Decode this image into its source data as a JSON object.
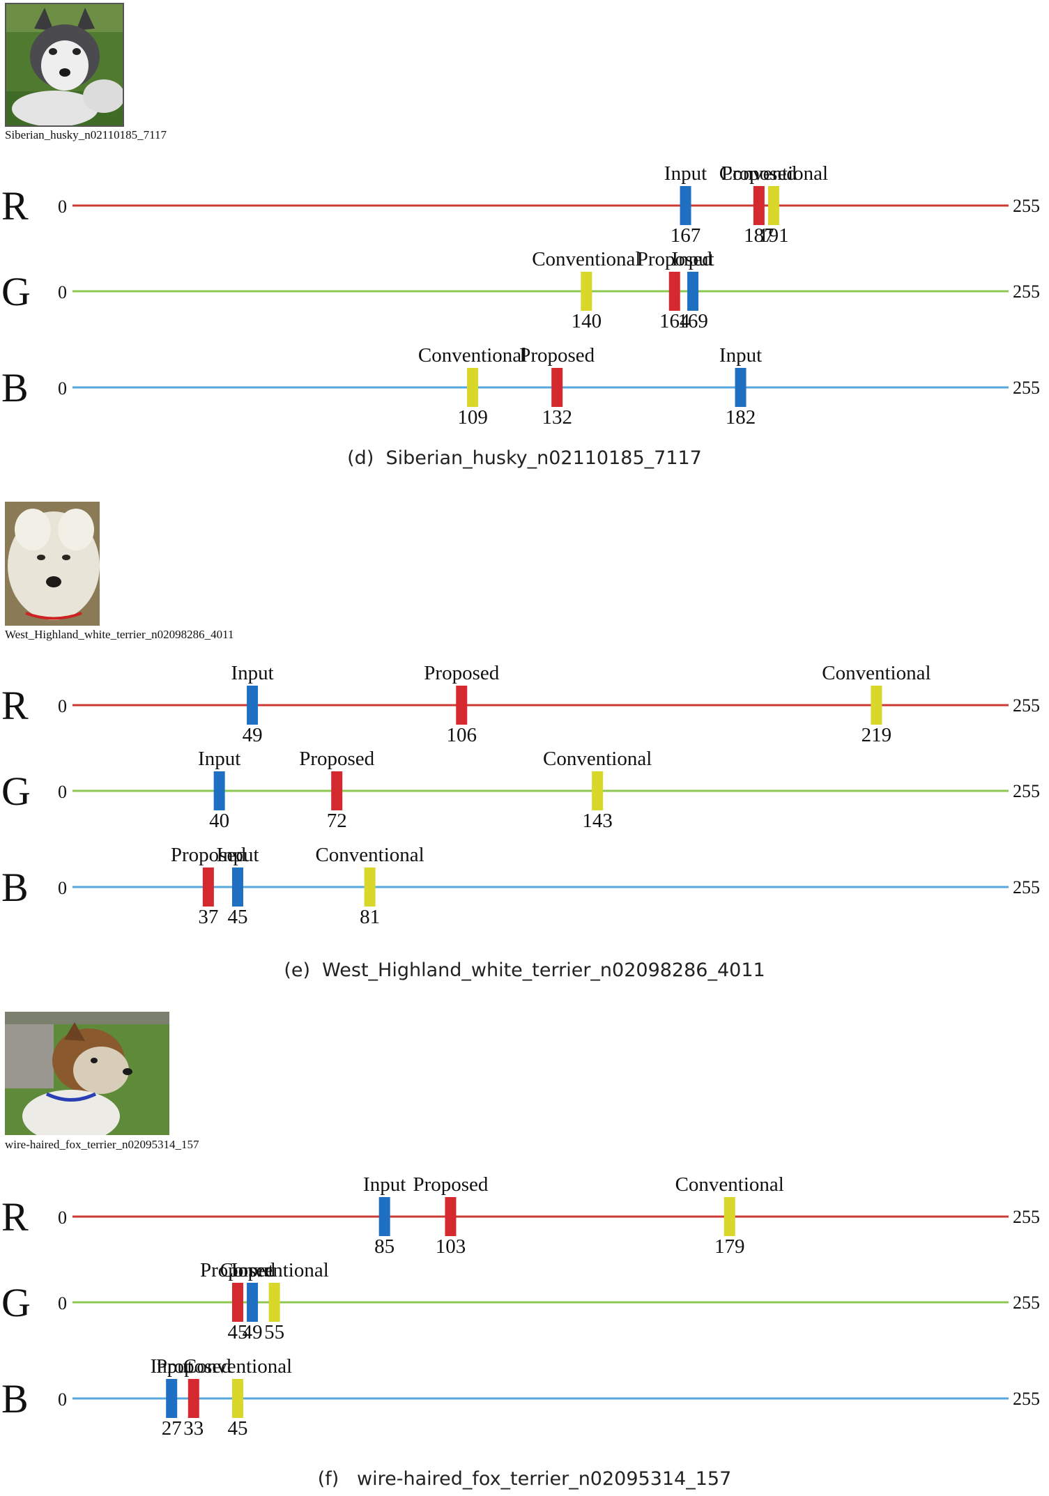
{
  "colors": {
    "input": "#1f6fc2",
    "proposed": "#d42a2f",
    "conventional": "#d9d72a",
    "R": "#cc3a33",
    "G": "#8cc850",
    "B": "#55a7de"
  },
  "chart_data": [
    {
      "type": "dot-strip",
      "panel_label": "(d)",
      "image_name": "Siberian_husky_n02110185_7117",
      "caption": "(d)  Siberian_husky_n02110185_7117",
      "xlim": [
        0,
        255
      ],
      "channels": [
        {
          "name": "R",
          "min_label": "0",
          "max_label": "255",
          "markers": [
            {
              "series": "Input",
              "label": "Input",
              "value": 167
            },
            {
              "series": "Proposed",
              "label": "Proposed",
              "value": 187
            },
            {
              "series": "Conventional",
              "label": "Conventional",
              "value": 191
            }
          ]
        },
        {
          "name": "G",
          "min_label": "0",
          "max_label": "255",
          "markers": [
            {
              "series": "Conventional",
              "label": "Conventional",
              "value": 140
            },
            {
              "series": "Proposed",
              "label": "Proposed",
              "value": 164
            },
            {
              "series": "Input",
              "label": "Input",
              "value": 169
            }
          ]
        },
        {
          "name": "B",
          "min_label": "0",
          "max_label": "255",
          "markers": [
            {
              "series": "Conventional",
              "label": "Conventional",
              "value": 109
            },
            {
              "series": "Proposed",
              "label": "Proposed",
              "value": 132
            },
            {
              "series": "Input",
              "label": "Input",
              "value": 182
            }
          ]
        }
      ]
    },
    {
      "type": "dot-strip",
      "panel_label": "(e)",
      "image_name": "West_Highland_white_terrier_n02098286_4011",
      "caption": "(e)  West_Highland_white_terrier_n02098286_4011",
      "xlim": [
        0,
        255
      ],
      "channels": [
        {
          "name": "R",
          "min_label": "0",
          "max_label": "255",
          "markers": [
            {
              "series": "Input",
              "label": "Input",
              "value": 49
            },
            {
              "series": "Proposed",
              "label": "Proposed",
              "value": 106
            },
            {
              "series": "Conventional",
              "label": "Conventional",
              "value": 219
            }
          ]
        },
        {
          "name": "G",
          "min_label": "0",
          "max_label": "255",
          "markers": [
            {
              "series": "Input",
              "label": "Input",
              "value": 40
            },
            {
              "series": "Proposed",
              "label": "Proposed",
              "value": 72
            },
            {
              "series": "Conventional",
              "label": "Conventional",
              "value": 143
            }
          ]
        },
        {
          "name": "B",
          "min_label": "0",
          "max_label": "255",
          "markers": [
            {
              "series": "Proposed",
              "label": "Proposed",
              "value": 37
            },
            {
              "series": "Input",
              "label": "Input",
              "value": 45
            },
            {
              "series": "Conventional",
              "label": "Conventional",
              "value": 81
            }
          ]
        }
      ]
    },
    {
      "type": "dot-strip",
      "panel_label": "(f)",
      "image_name": "wire-haired_fox_terrier_n02095314_157",
      "caption": "(f)   wire-haired_fox_terrier_n02095314_157",
      "xlim": [
        0,
        255
      ],
      "channels": [
        {
          "name": "R",
          "min_label": "0",
          "max_label": "255",
          "markers": [
            {
              "series": "Input",
              "label": "Input",
              "value": 85
            },
            {
              "series": "Proposed",
              "label": "Proposed",
              "value": 103
            },
            {
              "series": "Conventional",
              "label": "Conventional",
              "value": 179
            }
          ]
        },
        {
          "name": "G",
          "min_label": "0",
          "max_label": "255",
          "markers": [
            {
              "series": "Proposed",
              "label": "Proposed",
              "value": 45
            },
            {
              "series": "Input",
              "label": "Input",
              "value": 49
            },
            {
              "series": "Conventional",
              "label": "Conventional",
              "value": 55
            }
          ]
        },
        {
          "name": "B",
          "min_label": "0",
          "max_label": "255",
          "markers": [
            {
              "series": "Input",
              "label": "Input",
              "value": 27
            },
            {
              "series": "Proposed",
              "label": "Proposed",
              "value": 33
            },
            {
              "series": "Conventional",
              "label": "Conventional",
              "value": 45
            }
          ]
        }
      ]
    }
  ]
}
